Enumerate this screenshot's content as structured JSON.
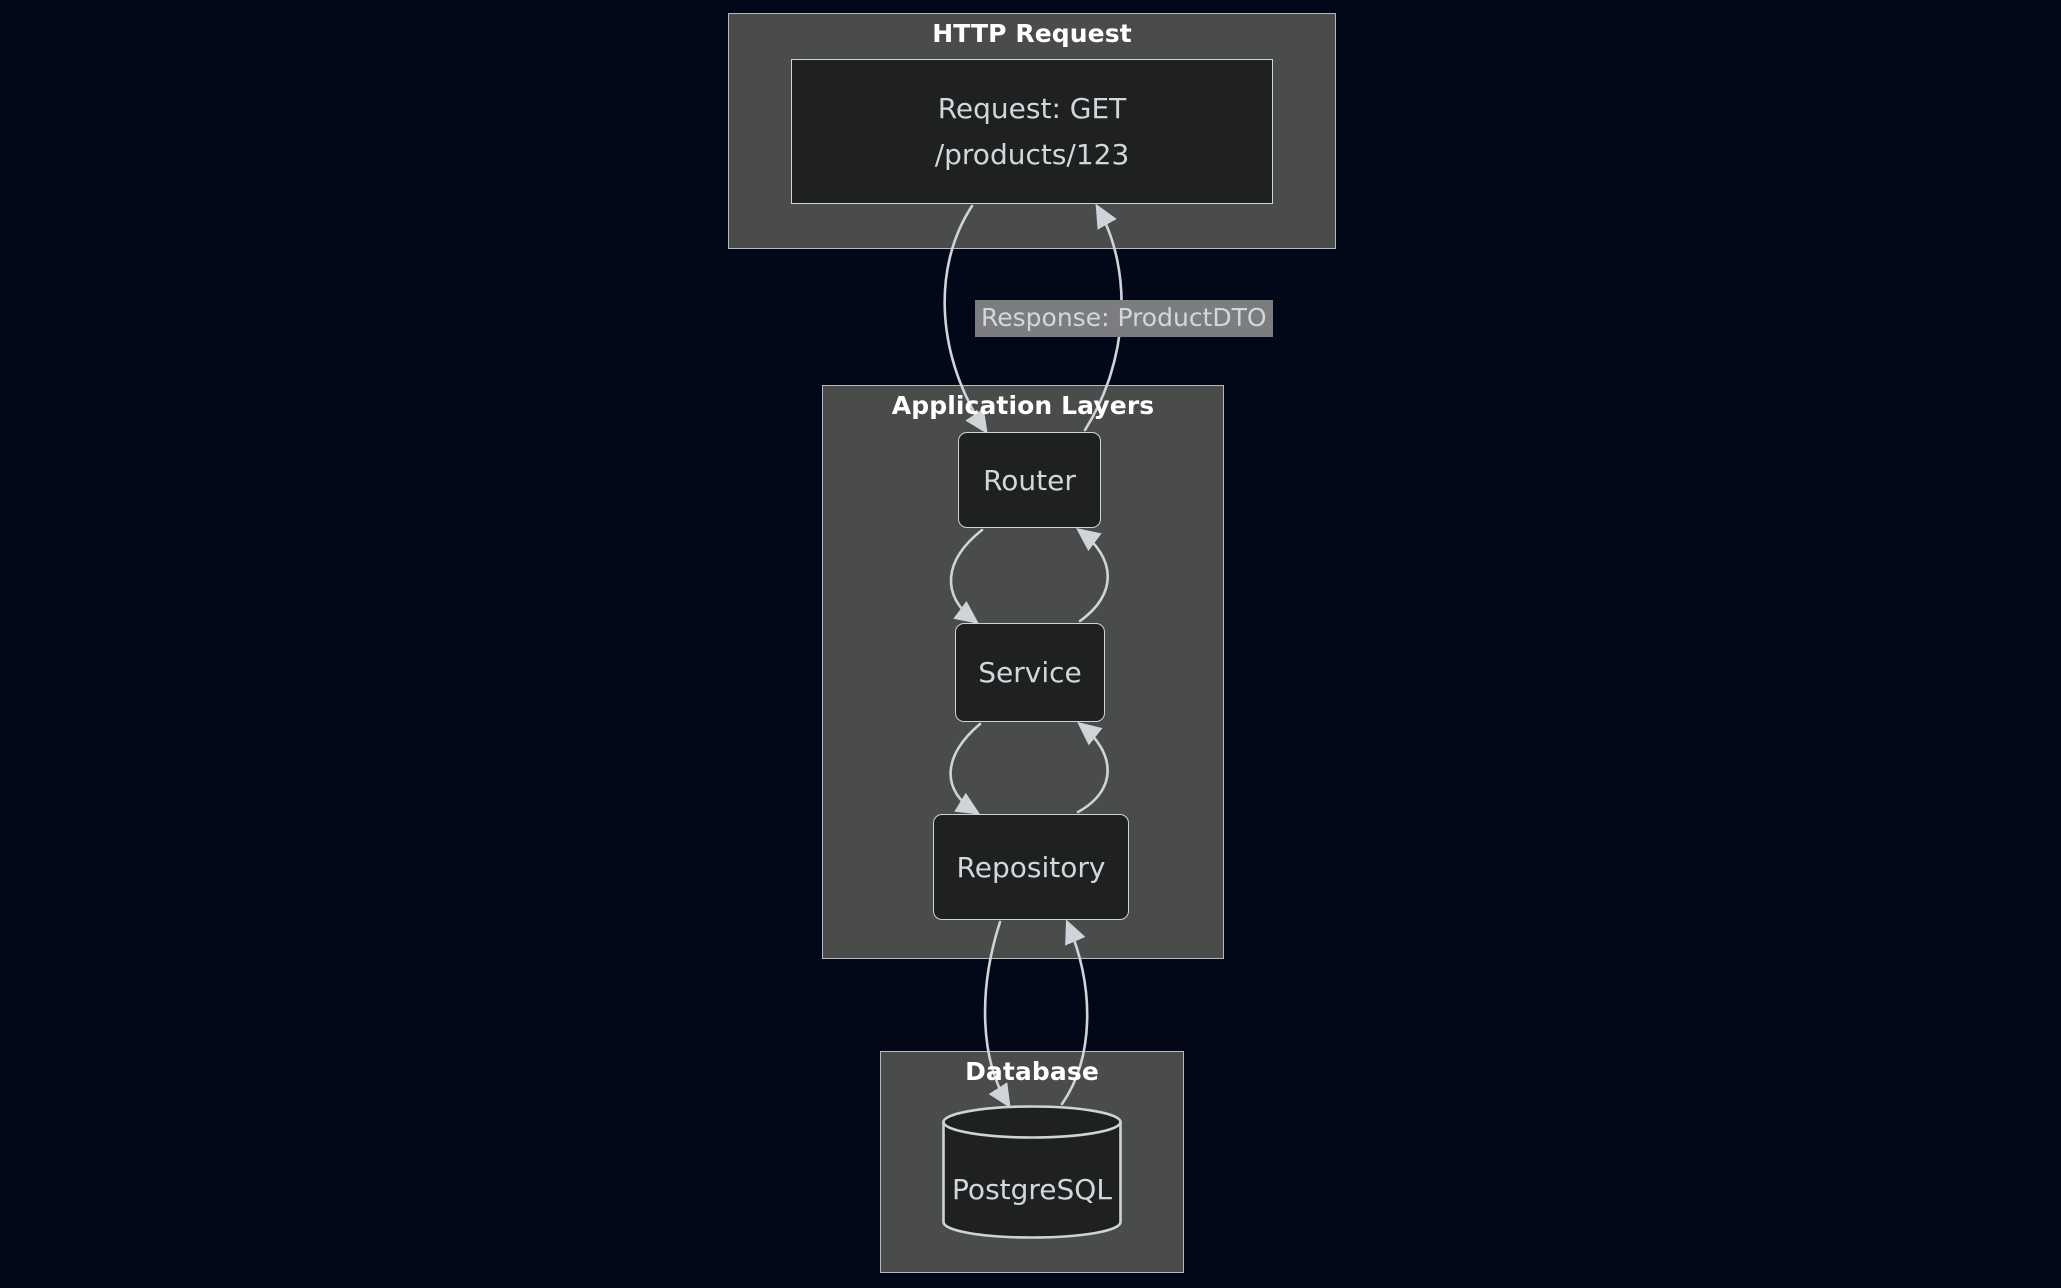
{
  "diagram": {
    "type": "flowchart",
    "direction": "top-down",
    "background_color": "#020817",
    "cluster_fill": "#4a4b4b",
    "node_fill": "#1f2020",
    "node_stroke": "#cfd3d8",
    "text_color": "#d3d7dd",
    "title_color": "#ffffff",
    "edge_color": "#d0d4d9"
  },
  "clusters": [
    {
      "id": "http",
      "title": "HTTP Request"
    },
    {
      "id": "applayers",
      "title": "Application Layers"
    },
    {
      "id": "database",
      "title": "Database"
    }
  ],
  "nodes": {
    "request": {
      "shape": "rect",
      "line1": "Request: GET",
      "line2": "/products/123"
    },
    "router": {
      "shape": "rounded-rect",
      "label": "Router"
    },
    "service": {
      "shape": "rounded-rect",
      "label": "Service"
    },
    "repository": {
      "shape": "rounded-rect",
      "label": "Repository"
    },
    "postgres": {
      "shape": "cylinder",
      "label": "PostgreSQL"
    }
  },
  "edges": [
    {
      "from": "request",
      "to": "router",
      "label": "",
      "arrow": "down"
    },
    {
      "from": "router",
      "to": "request",
      "label": "Response: ProductDTO",
      "arrow": "up"
    },
    {
      "from": "router",
      "to": "service",
      "label": "",
      "arrow": "down"
    },
    {
      "from": "service",
      "to": "router",
      "label": "",
      "arrow": "up"
    },
    {
      "from": "service",
      "to": "repository",
      "label": "",
      "arrow": "down"
    },
    {
      "from": "repository",
      "to": "service",
      "label": "",
      "arrow": "up"
    },
    {
      "from": "repository",
      "to": "postgres",
      "label": "",
      "arrow": "down"
    },
    {
      "from": "postgres",
      "to": "repository",
      "label": "",
      "arrow": "up"
    }
  ],
  "edge_labels": {
    "response": "Response: ProductDTO"
  }
}
